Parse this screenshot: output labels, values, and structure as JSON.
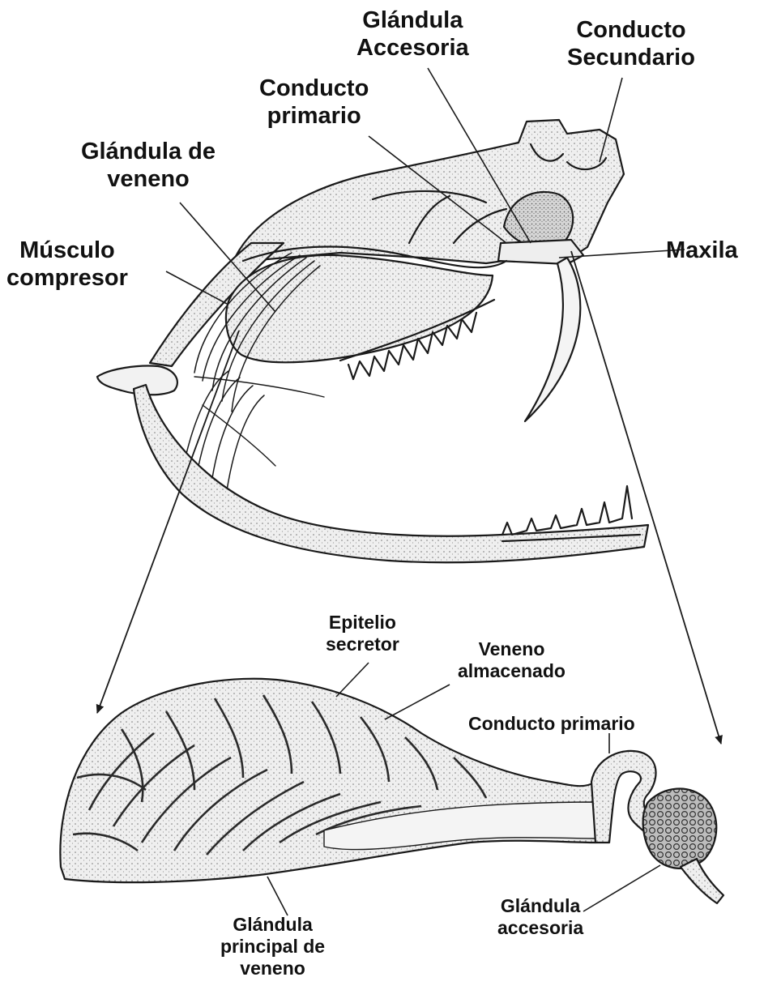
{
  "labels": {
    "glandula_accesoria_top": [
      "Glándula",
      "Accesoria"
    ],
    "conducto_secundario": [
      "Conducto",
      "Secundario"
    ],
    "conducto_primario_top": [
      "Conducto",
      "primario"
    ],
    "glandula_de_veneno": [
      "Glándula de",
      "veneno"
    ],
    "musculo_compresor": [
      "Músculo",
      "compresor"
    ],
    "maxila": "Maxila",
    "epitelio_secretor": [
      "Epitelio",
      "secretor"
    ],
    "veneno_almacenado": [
      "Veneno",
      "almacenado"
    ],
    "conducto_primario_bottom": "Conducto primario",
    "glandula_accesoria_bottom": [
      "Glándula",
      "accesoria"
    ],
    "glandula_principal": [
      "Glándula",
      "principal de",
      "veneno"
    ]
  },
  "colors": {
    "ink": "#1a1a1a",
    "shade": "#d9d9d9",
    "shade_dark": "#a9a9a9",
    "paper": "#ffffff"
  }
}
